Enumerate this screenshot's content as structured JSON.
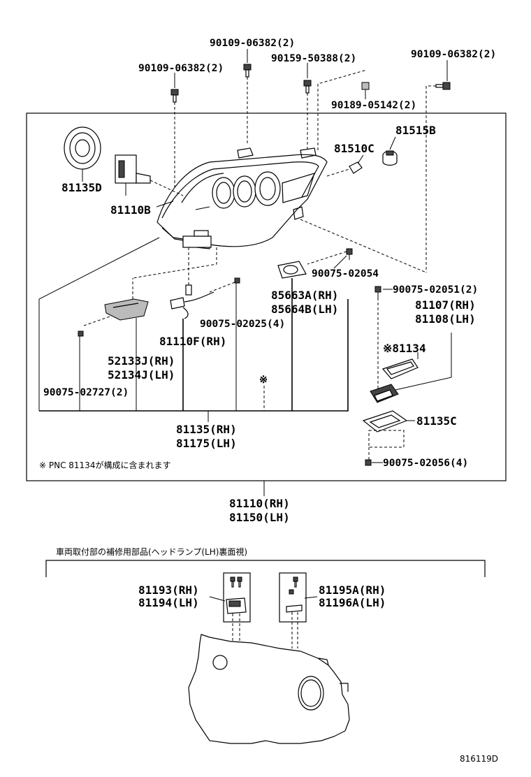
{
  "labels": {
    "l_90109_top": "90109-06382(2)",
    "l_90159": "90159-50388(2)",
    "l_90109_left": "90109-06382(2)",
    "l_90109_right": "90109-06382(2)",
    "l_90189": "90189-05142(2)",
    "l_81515B": "81515B",
    "l_81510C": "81510C",
    "l_81135D": "81135D",
    "l_81110B": "81110B",
    "l_90075_02054": "90075-02054",
    "l_85663A": "85663A(RH)",
    "l_85664B": "85664B(LH)",
    "l_90075_02051": "90075-02051(2)",
    "l_81107": "81107(RH)",
    "l_81108": "81108(LH)",
    "l_81134": "※81134",
    "l_90075_02025": "90075-02025(4)",
    "l_81110F": "81110F(RH)",
    "l_52133J": "52133J(RH)",
    "l_52134J": "52134J(LH)",
    "l_90075_02727": "90075-02727(2)",
    "l_asterisk": "※",
    "l_81135C": "81135C",
    "l_81135": "81135(RH)",
    "l_81175": "81175(LH)",
    "l_90075_02056": "90075-02056(4)",
    "l_81110": "81110(RH)",
    "l_81150": "81150(LH)",
    "l_81193": "81193(RH)",
    "l_81194": "81194(LH)",
    "l_81195A": "81195A(RH)",
    "l_81196A": "81196A(LH)"
  },
  "notes": {
    "pnc_note": "※ PNC 81134が構成に含まれます",
    "repair_section_title": "車両取付部の補修用部品(ヘッドランプ(LH)裏面視)",
    "diagram_code": "816119D"
  }
}
